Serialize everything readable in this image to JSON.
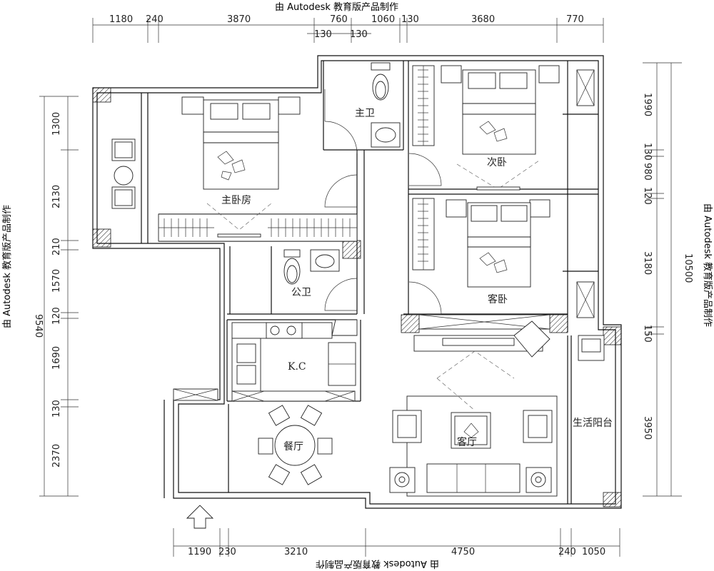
{
  "watermark": {
    "top": "由 Autodesk 教育版产品制作",
    "bottom": "由 Autodesk 教育版产品制作",
    "left": "由 Autodesk 教育版产品制作",
    "right": "由 Autodesk 教育版产品制作"
  },
  "dimensions": {
    "top_row1": [
      "1180",
      "240",
      "3870",
      "760",
      "1060",
      "130",
      "3680",
      "770"
    ],
    "top_row2": [
      "130",
      "130"
    ],
    "left": [
      "1300",
      "2130",
      "210",
      "1570",
      "120",
      "1690",
      "130",
      "2370"
    ],
    "left_total": "9540",
    "right": [
      "1990",
      "130",
      "980",
      "120",
      "3180",
      "150",
      "3950"
    ],
    "right_total": "10500",
    "bottom": [
      "1190",
      "230",
      "3210",
      "4750",
      "240",
      "1050"
    ]
  },
  "rooms": {
    "master_bedroom": "主卧房",
    "master_bath": "主卫",
    "second_bedroom": "次卧",
    "guest_bedroom": "客卧",
    "public_bath": "公卫",
    "kitchen": "K.C",
    "dining": "餐厅",
    "living": "客厅",
    "balcony": "生活阳台"
  }
}
